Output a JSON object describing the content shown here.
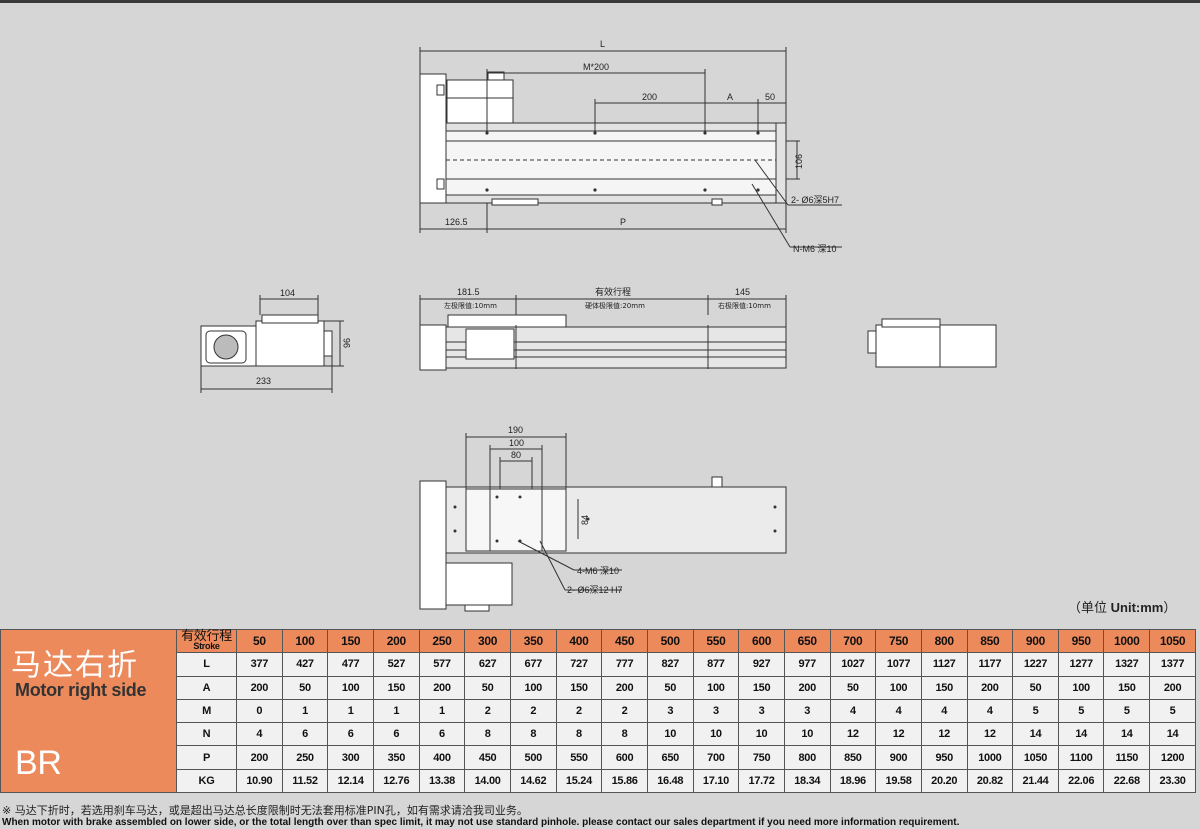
{
  "dimensions": {
    "top_L": "L",
    "top_M200": "M*200",
    "top_200": "200",
    "top_A": "A",
    "top_50": "50",
    "top_106": "106",
    "top_126_5": "126.5",
    "top_P": "P",
    "top_hole1": "2- Ø6深5H7",
    "top_hole2": "N-M6 深10",
    "side_104": "104",
    "side_96": "96",
    "side_233": "233",
    "front_181_5": "181.5",
    "front_left_limit": "左极限值:10mm",
    "front_stroke": "有效行程",
    "front_hard_limit": "硬体极限值:20mm",
    "front_145": "145",
    "front_right_limit": "右极限值:10mm",
    "bottom_190": "190",
    "bottom_100": "100",
    "bottom_80": "80",
    "bottom_84": "84",
    "bottom_hole1": "4-M6 深10",
    "bottom_hole2": "2- Ø6深12 H7"
  },
  "unit_note": {
    "prefix": "（单位 ",
    "bold": "Unit:mm",
    "suffix": "）"
  },
  "table": {
    "model_cn": "马达右折",
    "model_en": "Motor right side",
    "model_code": "BR",
    "header_cn": "有效行程",
    "header_en": "Stroke",
    "strokes": [
      "50",
      "100",
      "150",
      "200",
      "250",
      "300",
      "350",
      "400",
      "450",
      "500",
      "550",
      "600",
      "650",
      "700",
      "750",
      "800",
      "850",
      "900",
      "950",
      "1000",
      "1050"
    ],
    "rows": [
      {
        "label": "L",
        "values": [
          "377",
          "427",
          "477",
          "527",
          "577",
          "627",
          "677",
          "727",
          "777",
          "827",
          "877",
          "927",
          "977",
          "1027",
          "1077",
          "1127",
          "1177",
          "1227",
          "1277",
          "1327",
          "1377"
        ]
      },
      {
        "label": "A",
        "values": [
          "200",
          "50",
          "100",
          "150",
          "200",
          "50",
          "100",
          "150",
          "200",
          "50",
          "100",
          "150",
          "200",
          "50",
          "100",
          "150",
          "200",
          "50",
          "100",
          "150",
          "200"
        ]
      },
      {
        "label": "M",
        "values": [
          "0",
          "1",
          "1",
          "1",
          "1",
          "2",
          "2",
          "2",
          "2",
          "3",
          "3",
          "3",
          "3",
          "4",
          "4",
          "4",
          "4",
          "5",
          "5",
          "5",
          "5"
        ]
      },
      {
        "label": "N",
        "values": [
          "4",
          "6",
          "6",
          "6",
          "6",
          "8",
          "8",
          "8",
          "8",
          "10",
          "10",
          "10",
          "10",
          "12",
          "12",
          "12",
          "12",
          "14",
          "14",
          "14",
          "14"
        ]
      },
      {
        "label": "P",
        "values": [
          "200",
          "250",
          "300",
          "350",
          "400",
          "450",
          "500",
          "550",
          "600",
          "650",
          "700",
          "750",
          "800",
          "850",
          "900",
          "950",
          "1000",
          "1050",
          "1100",
          "1150",
          "1200"
        ]
      },
      {
        "label": "KG",
        "values": [
          "10.90",
          "11.52",
          "12.14",
          "12.76",
          "13.38",
          "14.00",
          "14.62",
          "15.24",
          "15.86",
          "16.48",
          "17.10",
          "17.72",
          "18.34",
          "18.96",
          "19.58",
          "20.20",
          "20.82",
          "21.44",
          "22.06",
          "22.68",
          "23.30"
        ]
      }
    ]
  },
  "footnote_cn": "※ 马达下折时，若选用刹车马达，或是超出马达总长度限制时无法套用标准PIN孔，如有需求请洽我司业务。",
  "footnote_en": "When motor with brake assembled on lower side, or the total length over than spec limit, it may not use standard pinhole. please contact our sales department if you need more information requirement.",
  "colors": {
    "header_orange": "#ec8a5c",
    "background": "#d6d6d6"
  }
}
